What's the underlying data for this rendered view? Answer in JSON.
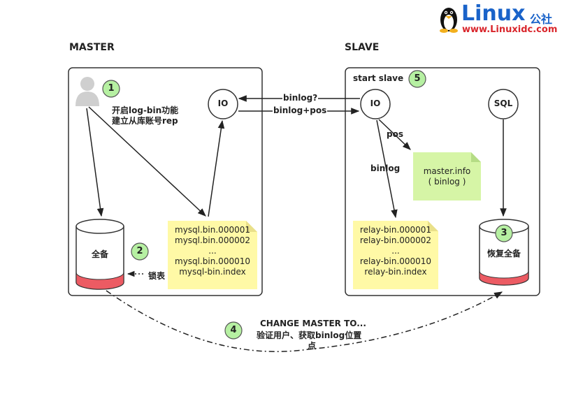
{
  "logo": {
    "word": "Linux",
    "cn": "公社",
    "url": "www.Linuxidc.com"
  },
  "master": {
    "title": "MASTER",
    "step1_text": [
      "开启log-bin功能",
      "建立从库账号rep"
    ],
    "io_label": "IO",
    "backup_label": "全备",
    "lock_label": "锁表",
    "binlog_files": [
      "mysql.bin.000001",
      "mysql.bin.000002",
      "...",
      "mysql.bin.000010",
      "mysql-bin.index"
    ]
  },
  "slave": {
    "title": "SLAVE",
    "start_text": "start slave",
    "io_label": "IO",
    "sql_label": "SQL",
    "pos_label": "pos",
    "binlog_label": "binlog",
    "master_info": [
      "master.info",
      "( binlog )"
    ],
    "relay_files": [
      "relay-bin.000001",
      "relay-bin.000002",
      "...",
      "relay-bin.000010",
      "relay-bin.index"
    ],
    "restore_label": "恢复全备"
  },
  "links": {
    "binlog_request": "binlog?",
    "binlog_pos": "binlog+pos"
  },
  "step4_text": [
    "CHANGE MASTER TO...",
    "验证用户、获取binlog位置",
    "点"
  ],
  "steps": [
    "1",
    "2",
    "3",
    "4",
    "5"
  ],
  "colors": {
    "step_fill": "#b6f0a2",
    "note_fill": "#fff9a6",
    "master_info_fill": "#d6f5a6",
    "cyl_bottom": "#ec5b63"
  }
}
